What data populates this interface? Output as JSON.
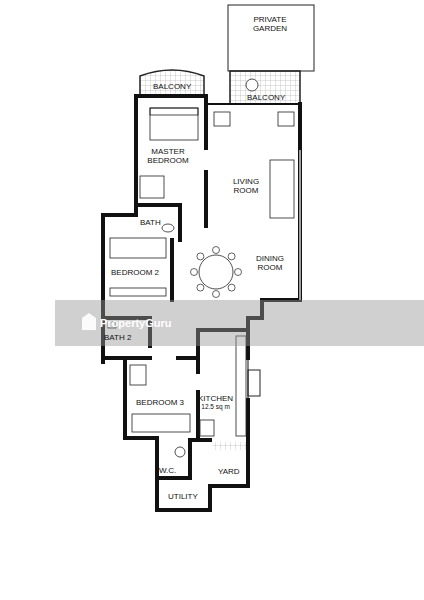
{
  "diagram": {
    "nodes": [
      {
        "text": [
          "PRIVATE GARDEN"
        ]
      },
      {
        "text": [
          "BALCONY"
        ]
      },
      {
        "text": [
          "BALCONY"
        ]
      },
      {
        "text": [
          "MASTER BEDROOM"
        ]
      },
      {
        "text": [
          "LIVING ROOM"
        ]
      },
      {
        "text": [
          "BATH"
        ]
      },
      {
        "text": [
          "BEDROOM 2"
        ]
      },
      {
        "text": [
          "DINING ROOM"
        ]
      },
      {
        "text": [
          "BATH 2"
        ]
      },
      {
        "text": [
          "BEDROOM 3"
        ]
      },
      {
        "text": [
          "KITCHEN",
          "12.5 sq m"
        ]
      },
      {
        "text": [
          "W.C."
        ]
      },
      {
        "text": [
          "YARD"
        ]
      },
      {
        "text": [
          "UTILITY"
        ]
      }
    ],
    "labels": [
      "PropertyGuru"
    ]
  }
}
